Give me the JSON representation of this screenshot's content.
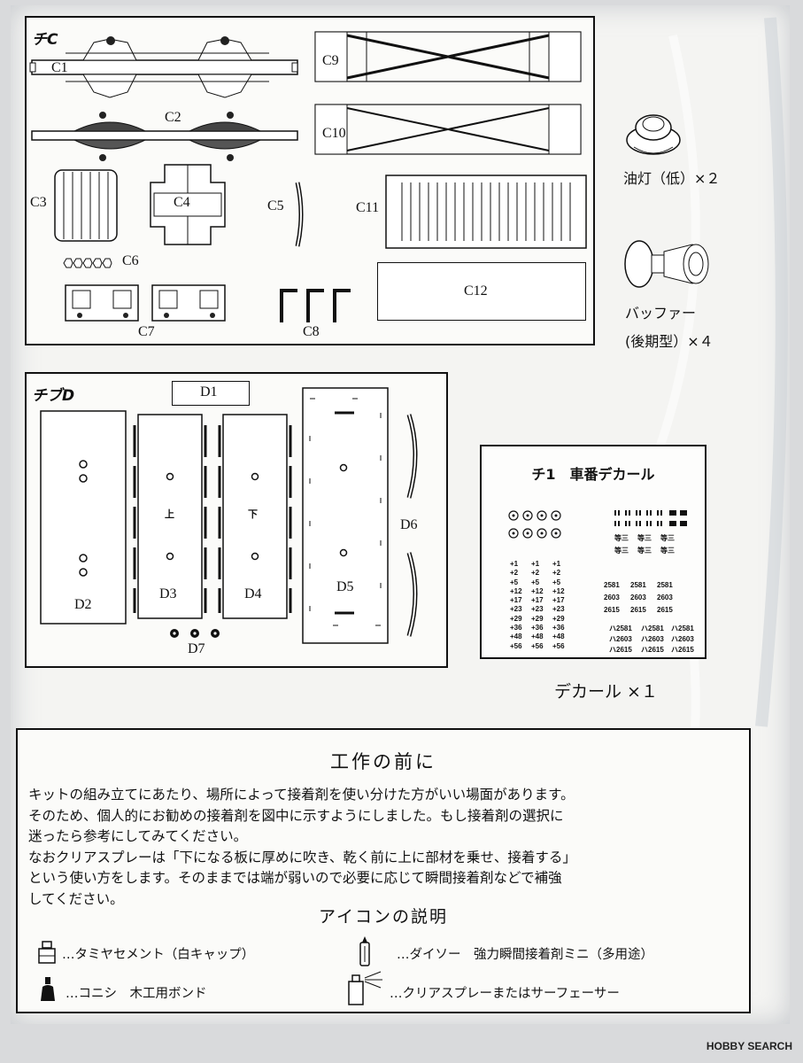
{
  "frames": {
    "c_label": "チC",
    "d_label": "チブD"
  },
  "parts": {
    "c1": "C1",
    "c2": "C2",
    "c3": "C3",
    "c4": "C4",
    "c5": "C5",
    "c6": "C6",
    "c7": "C7",
    "c8": "C8",
    "c9": "C9",
    "c10": "C10",
    "c11": "C11",
    "c12": "C12",
    "d1": "D1",
    "d2": "D2",
    "d3": "D3",
    "d4": "D4",
    "d5": "D5",
    "d6": "D6",
    "d7": "D7",
    "d3_mark": "上",
    "d4_mark": "下"
  },
  "extras": {
    "oil_lamp": "油灯（低）×２",
    "buffer_1": "バッファー",
    "buffer_2": "(後期型）×４",
    "decal_count": "デカール ×１"
  },
  "decal": {
    "title": "チ1　車番デカール",
    "col1": [
      "+1",
      "+2",
      "+5",
      "+12",
      "+17",
      "+23",
      "+29",
      "+36",
      "+48",
      "+56"
    ],
    "col2": [
      "+1",
      "+2",
      "+5",
      "+12",
      "+17",
      "+23",
      "+29",
      "+36",
      "+48",
      "+56"
    ],
    "col3": [
      "+1",
      "+2",
      "+5",
      "+12",
      "+17",
      "+23",
      "+29",
      "+36",
      "+48",
      "+56"
    ],
    "num_2581": "2581",
    "num_2603": "2603",
    "num_2615": "2615",
    "num_h2581": "ハ2581",
    "num_h2603": "ハ2603",
    "num_h2615": "ハ2615",
    "class_mark": "等三"
  },
  "notes": {
    "title": "工作の前に",
    "lines": [
      "キットの組み立てにあたり、場所によって接着剤を使い分けた方がいい場面があります。",
      "そのため、個人的にお勧めの接着剤を図中に示すようにしました。もし接着剤の選択に",
      "迷ったら参考にしてみてください。",
      "なおクリアスプレーは「下になる板に厚めに吹き、乾く前に上に部材を乗せ、接着する」",
      "という使い方をします。そのままでは端が弱いので必要に応じて瞬間接着剤などで補強",
      "してください。"
    ],
    "icons_heading": "アイコンの説明",
    "legend": {
      "tamiya": "…タミヤセメント（白キャップ）",
      "daiso": "…ダイソー　強力瞬間接着剤ミニ（多用途）",
      "konishi": "…コニシ　木工用ボンド",
      "spray": "…クリアスプレーまたはサーフェーサー"
    }
  },
  "footer": {
    "logo": "HOBBY SEARCH"
  }
}
